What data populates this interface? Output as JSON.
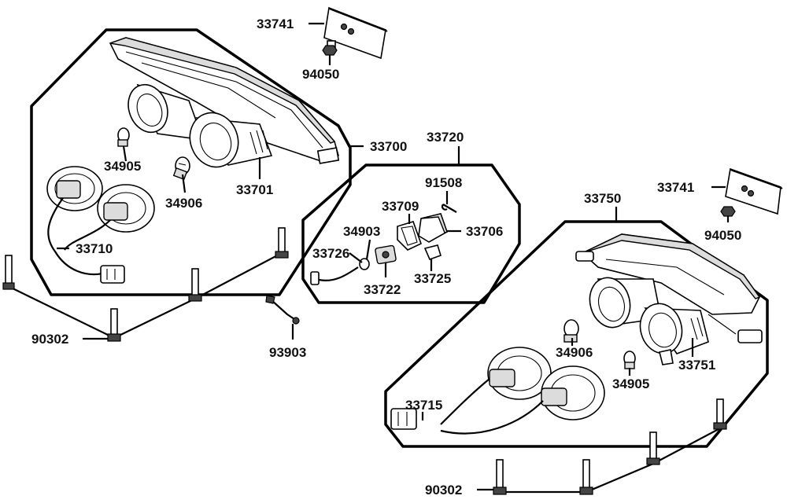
{
  "parts": {
    "p33741_top": "33741",
    "p94050_top": "94050",
    "p33700": "33700",
    "p33720": "33720",
    "p34905_left": "34905",
    "p34906_left": "34906",
    "p33701": "33701",
    "p33710": "33710",
    "p91508": "91508",
    "p33709": "33709",
    "p34903": "34903",
    "p33706": "33706",
    "p33726": "33726",
    "p33722": "33722",
    "p33725": "33725",
    "p33750": "33750",
    "p33741_right": "33741",
    "p94050_right": "94050",
    "p90302_left": "90302",
    "p93903": "93903",
    "p34906_right": "34906",
    "p34905_right": "34905",
    "p33751": "33751",
    "p33715": "33715",
    "p90302_bottom": "90302"
  },
  "colors": {
    "line": "#000000",
    "background": "#ffffff",
    "shade": "#dcdcdc"
  }
}
